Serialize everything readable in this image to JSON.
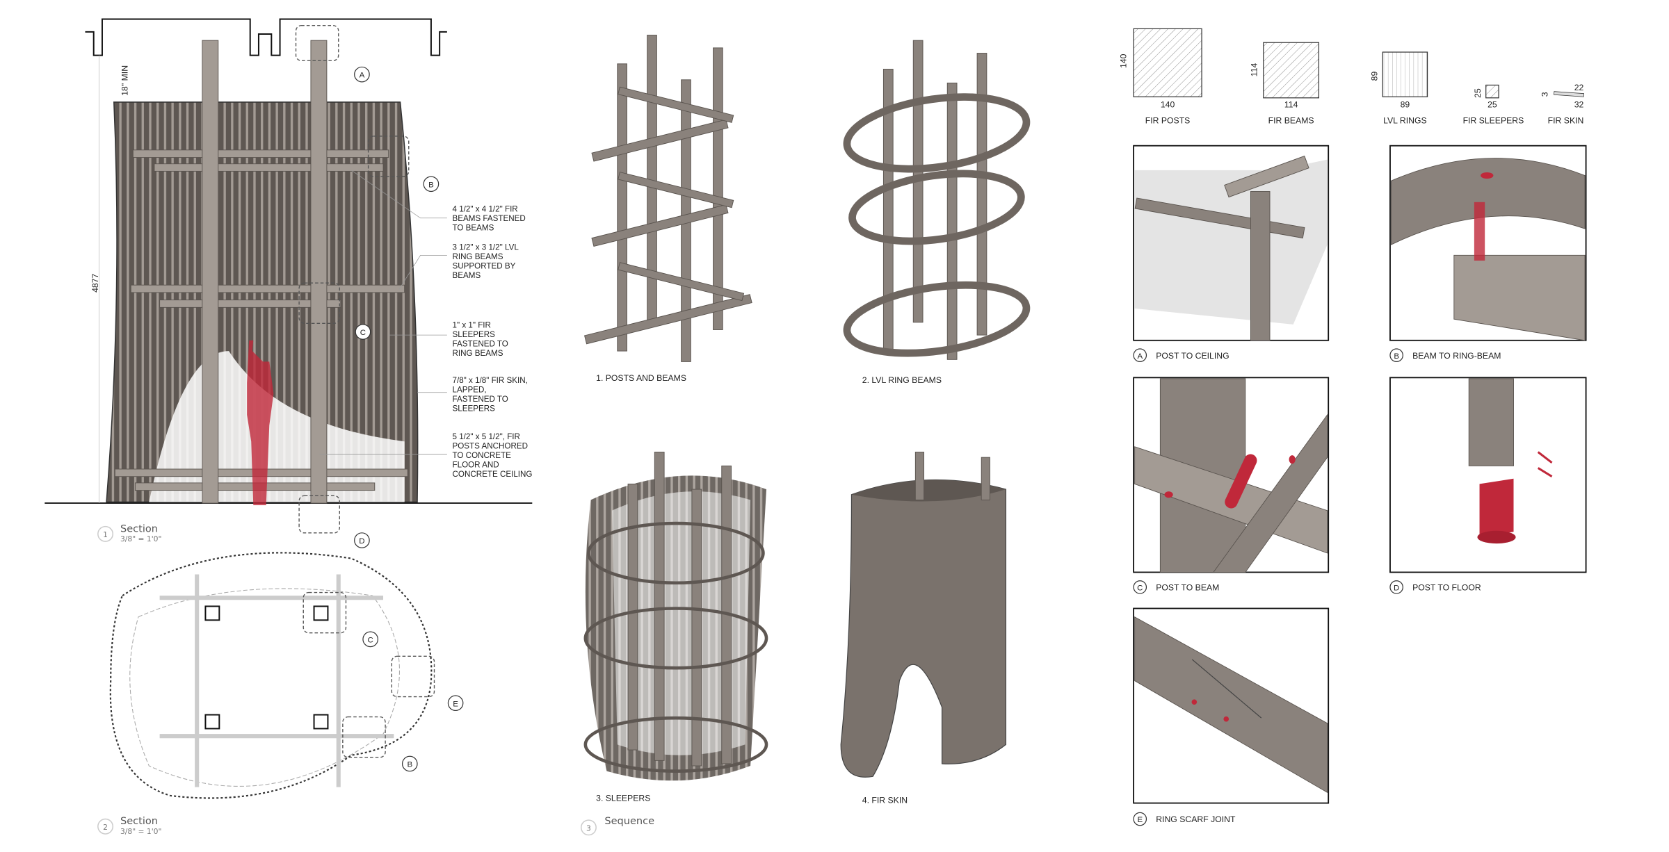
{
  "section1": {
    "title": "Section",
    "scale": "3/8\" = 1'0\"",
    "number": "1",
    "dim_clearance": "18\" MIN",
    "dim_height": "4877",
    "callouts": [
      "A",
      "B",
      "C",
      "D"
    ],
    "notes": [
      [
        "4 1/2\" x 4 1/2\"  FIR",
        "BEAMS FASTENED",
        "TO BEAMS"
      ],
      [
        "3 1/2\" x 3 1/2\" LVL",
        "RING BEAMS",
        "SUPPORTED BY",
        "BEAMS"
      ],
      [
        "1\" x 1\" FIR",
        "SLEEPERS",
        "FASTENED TO",
        "RING BEAMS"
      ],
      [
        "7/8\" x 1/8\" FIR SKIN,",
        "LAPPED,",
        "FASTENED TO",
        "SLEEPERS"
      ],
      [
        "5 1/2\" x 5 1/2\", FIR",
        "POSTS ANCHORED",
        "TO CONCRETE",
        "FLOOR AND",
        "CONCRETE CEILING"
      ]
    ]
  },
  "section2": {
    "title": "Section",
    "scale": "3/8\" = 1'0\"",
    "number": "2",
    "callouts": [
      "C",
      "E",
      "B"
    ]
  },
  "sequence": {
    "title": "Sequence",
    "number": "3",
    "steps": [
      "1. POSTS AND BEAMS",
      "2. LVL RING BEAMS",
      "3. SLEEPERS",
      "4. FIR SKIN"
    ]
  },
  "materials": [
    {
      "name": "FIR POSTS",
      "w": "140",
      "h": "140"
    },
    {
      "name": "FIR BEAMS",
      "w": "114",
      "h": "114"
    },
    {
      "name": "LVL RINGS",
      "w": "89",
      "h": "89"
    },
    {
      "name": "FIR SLEEPERS",
      "w": "25",
      "h": "25"
    },
    {
      "name": "FIR SKIN",
      "h": "3",
      "a": "22",
      "b": "32"
    }
  ],
  "details": [
    {
      "letter": "A",
      "label": "POST TO CEILING"
    },
    {
      "letter": "B",
      "label": "BEAM TO RING-BEAM"
    },
    {
      "letter": "C",
      "label": "POST TO BEAM"
    },
    {
      "letter": "D",
      "label": "POST TO FLOOR"
    },
    {
      "letter": "E",
      "label": "RING SCARF JOINT"
    }
  ],
  "colors": {
    "wood": "#8a827c",
    "accent": "#c0283a"
  }
}
